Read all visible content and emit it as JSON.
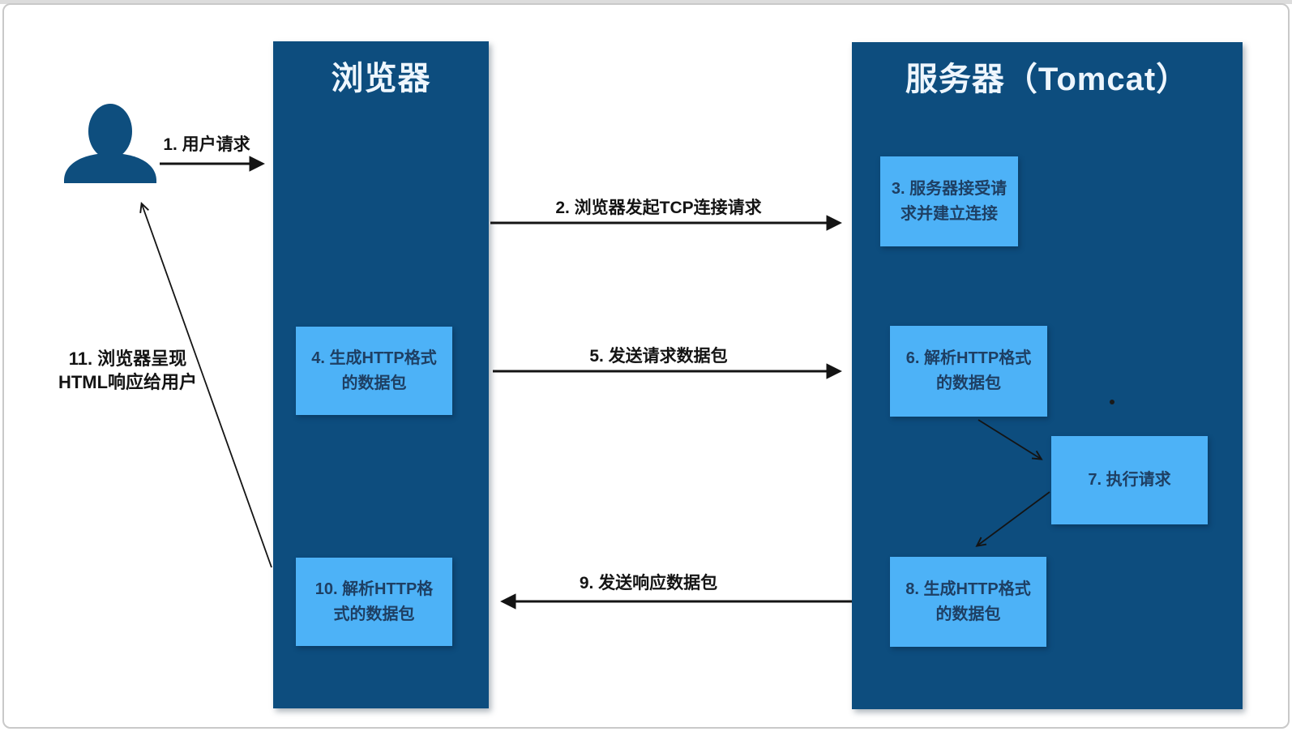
{
  "frame": {
    "background": "#ffffff",
    "border_color": "#c9c9c9"
  },
  "colors": {
    "column_bg": "#0d4d7e",
    "step_box_bg": "#4db2f7",
    "step_box_text": "#1e3f63",
    "column_title_text": "#eef6fd",
    "arrow": "#141414"
  },
  "columns": {
    "browser": {
      "title": "浏览器"
    },
    "server": {
      "title": "服务器（Tomcat）"
    }
  },
  "actor": {
    "icon": "user-silhouette-icon"
  },
  "boxes": {
    "b3": {
      "text": "3. 服务器接受请\n求并建立连接"
    },
    "b4": {
      "text": "4. 生成HTTP格式\n的数据包"
    },
    "b6": {
      "text": "6. 解析HTTP格式\n的数据包"
    },
    "b7": {
      "text": "7. 执行请求"
    },
    "b8": {
      "text": "8. 生成HTTP格式\n的数据包"
    },
    "b10": {
      "text": "10. 解析HTTP格\n式的数据包"
    }
  },
  "labels": {
    "step1": "1. 用户请求",
    "step2": "2. 浏览器发起TCP连接请求",
    "step5": "5. 发送请求数据包",
    "step9": "9. 发送响应数据包",
    "step11": "11. 浏览器呈现\nHTML响应给用户"
  }
}
